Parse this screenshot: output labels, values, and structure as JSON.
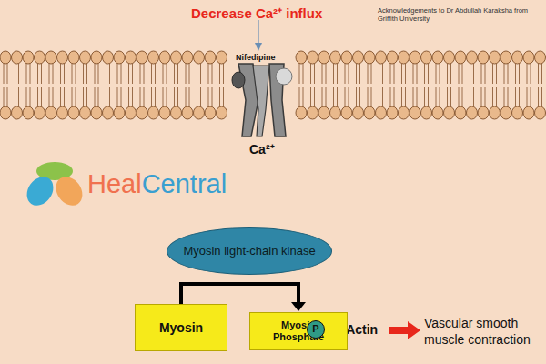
{
  "diagram": {
    "nodes": [
      {
        "text": [
          "Myosin light-chain kinase"
        ]
      },
      {
        "text": [
          "Myosin"
        ]
      },
      {
        "text": [
          "Myosin Phosphate"
        ]
      },
      {
        "text": [
          "P"
        ],
        "in": 2
      }
    ],
    "edges": [
      {
        "from": 1,
        "to": 2,
        "arrow": "to"
      }
    ],
    "labels": [
      "Decrease Ca²⁺ influx",
      "Acknowledgements to Dr Abdullah Karaksha from Griffith University",
      "Nifedipine",
      "Ca²⁺",
      "Heal",
      "Central",
      "+Actin",
      "Vascular smooth muscle contraction"
    ]
  }
}
